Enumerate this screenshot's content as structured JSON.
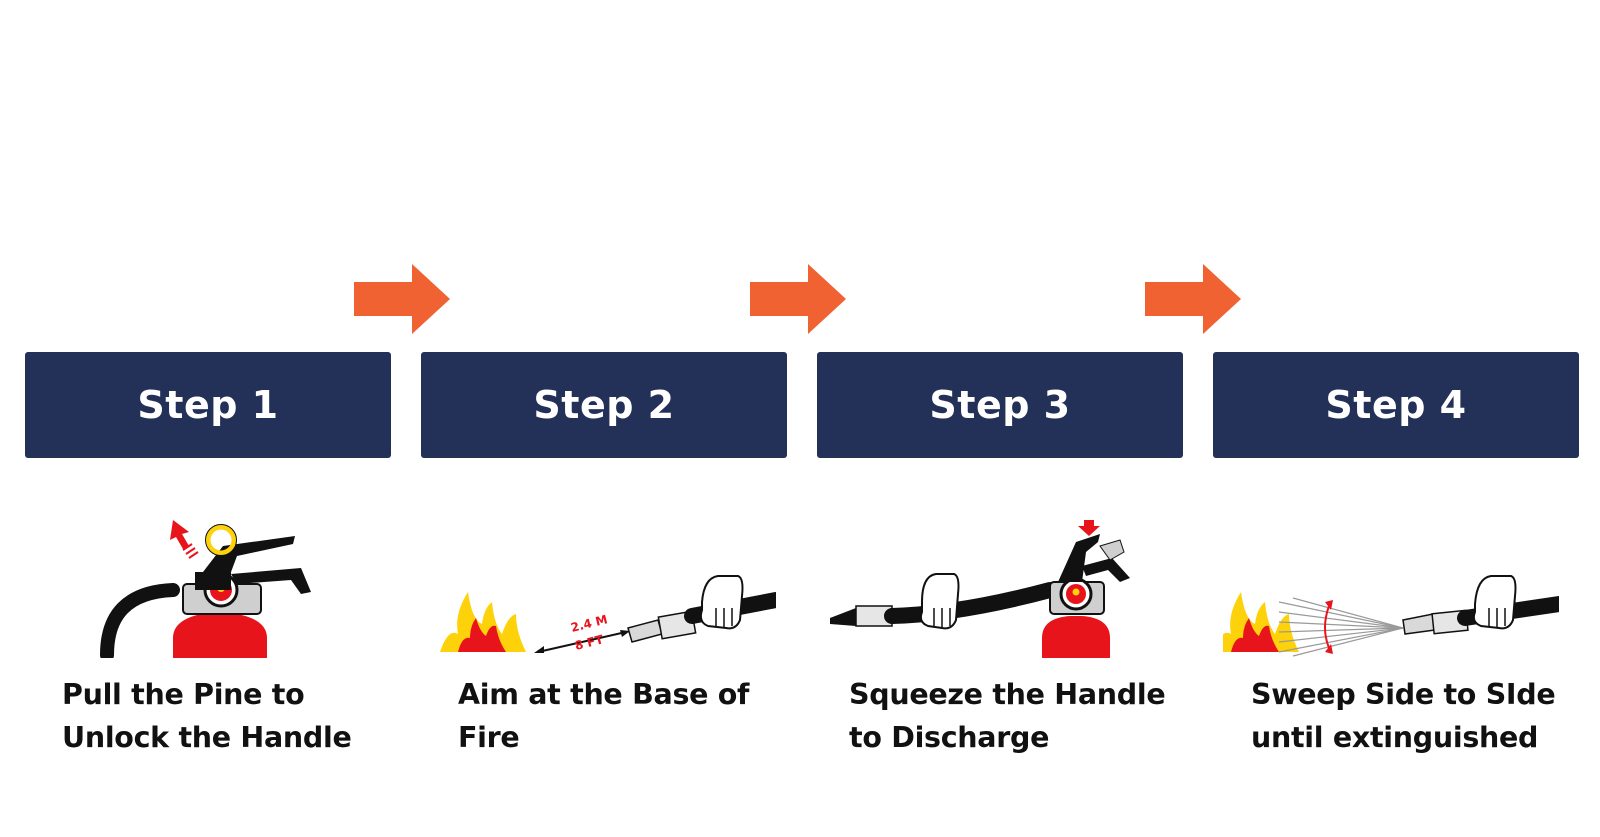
{
  "colors": {
    "box": "#233158",
    "arrow": "#F06232",
    "red": "#E8141C",
    "flame": "#FDD20A",
    "black": "#111111"
  },
  "steps": [
    {
      "label": "Step 1",
      "caption": "Pull the Pine to Unlock the Handle",
      "illustration": "pull-pin-icon"
    },
    {
      "label": "Step 2",
      "caption": "Aim at the Base of Fire",
      "illustration": "aim-at-base-icon",
      "distance_top": "2.4 M",
      "distance_bottom": "8 FT"
    },
    {
      "label": "Step 3",
      "caption": "Squeeze the Handle to Discharge",
      "illustration": "squeeze-handle-icon"
    },
    {
      "label": "Step 4",
      "caption": "Sweep Side to SIde until extinguished",
      "illustration": "sweep-side-icon"
    }
  ]
}
